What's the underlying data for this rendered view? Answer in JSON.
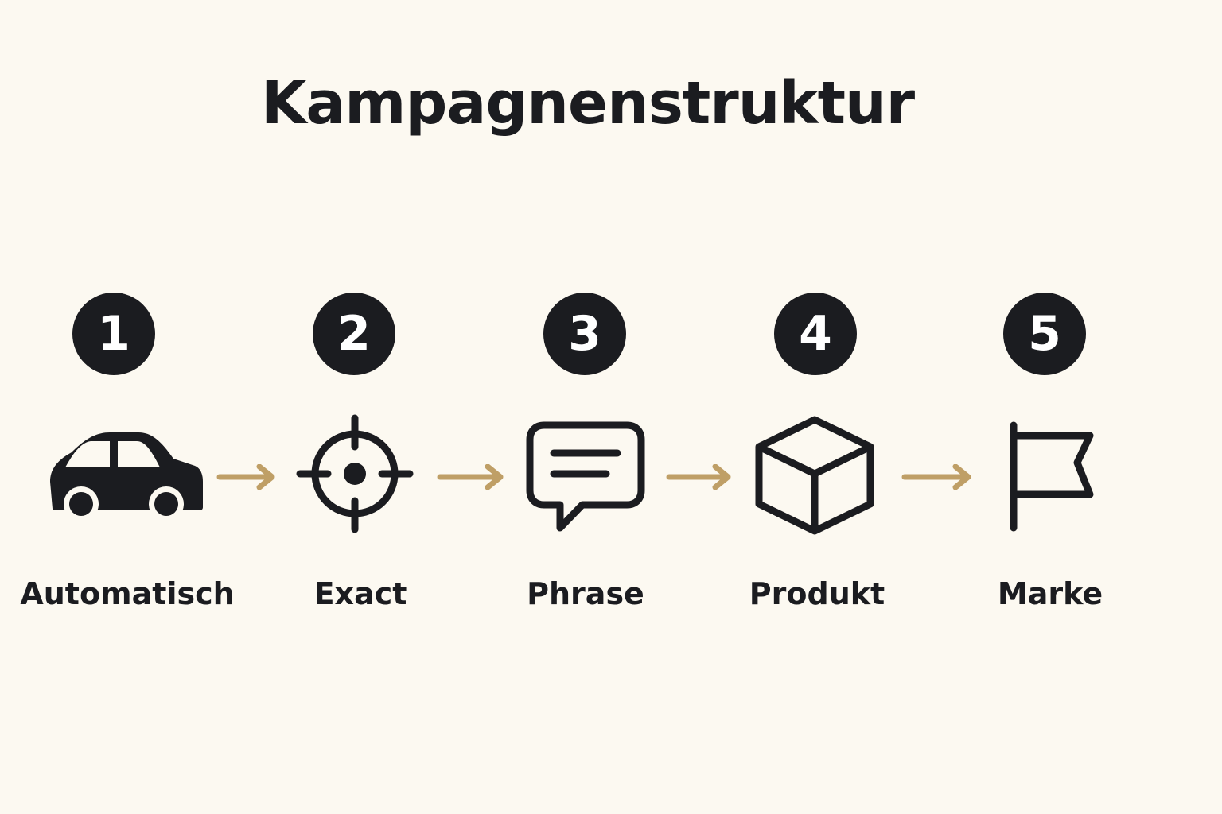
{
  "diagram": {
    "title": "Kampagnenstruktur",
    "colors": {
      "ink": "#1b1c20",
      "arrow": "#bf9f66",
      "background": "#fcf9f1"
    },
    "steps": [
      {
        "number": "1",
        "label": "Automatisch",
        "icon": "car-icon"
      },
      {
        "number": "2",
        "label": "Exact",
        "icon": "crosshair-icon"
      },
      {
        "number": "3",
        "label": "Phrase",
        "icon": "speech-bubble-icon"
      },
      {
        "number": "4",
        "label": "Produkt",
        "icon": "cube-icon"
      },
      {
        "number": "5",
        "label": "Marke",
        "icon": "flag-icon"
      }
    ]
  }
}
